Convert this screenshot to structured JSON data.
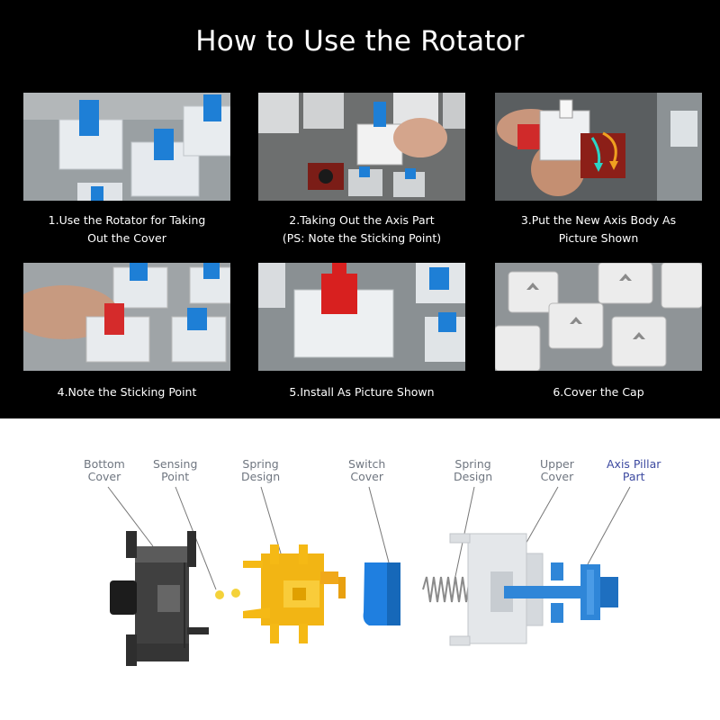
{
  "title": "How to Use the Rotator",
  "steps": [
    {
      "line1": "1.Use the Rotator for Taking",
      "line2": "Out the Cover"
    },
    {
      "line1": "2.Taking Out the Axis Part",
      "line2": "(PS: Note the Sticking Point)"
    },
    {
      "line1": "3.Put the New Axis Body As",
      "line2": "Picture Shown"
    },
    {
      "line1": "4.Note the Sticking Point",
      "line2": ""
    },
    {
      "line1": "5.Install As Picture Shown",
      "line2": ""
    },
    {
      "line1": "6.Cover the Cap",
      "line2": ""
    }
  ],
  "diagram": {
    "labels": [
      {
        "text": "Bottom\nCover",
        "color": "#6f7680"
      },
      {
        "text": "Sensing\nPoint",
        "color": "#6f7680"
      },
      {
        "text": "Spring\nDesign",
        "color": "#6f7680"
      },
      {
        "text": "Switch\nCover",
        "color": "#6f7680"
      },
      {
        "text": "Spring\nDesign",
        "color": "#6f7680"
      },
      {
        "text": "Upper\nCover",
        "color": "#6f7680"
      },
      {
        "text": "Axis Pillar\nPart",
        "color": "#3d4aa0"
      }
    ]
  },
  "colors": {
    "background": "#000000",
    "diagram_background": "#ffffff",
    "bottom_cover": "#3b3b3b",
    "spring_frame": "#f5b915",
    "switch_cover": "#1f7fe0",
    "upper_cover": "#dcdfe3",
    "axis_pillar": "#2f86d8"
  }
}
